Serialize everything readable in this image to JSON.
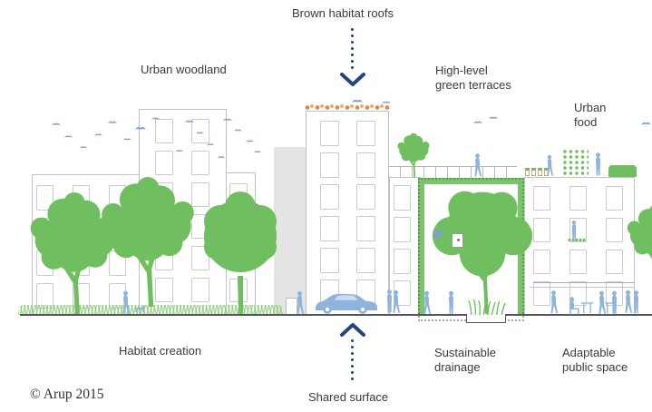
{
  "labels": {
    "brown_habitat_roofs": "Brown habitat roofs",
    "urban_woodland": "Urban woodland",
    "high_level_green_terraces": "High-level\ngreen terraces",
    "urban_food": "Urban\nfood",
    "habitat_creation": "Habitat creation",
    "sustainable_drainage": "Sustainable\ndrainage",
    "adaptable_public_space": "Adaptable\npublic space",
    "shared_surface": "Shared surface",
    "copyright": "© Arup 2015"
  },
  "colors": {
    "tree-green": "#6FBE5F",
    "grass-green": "#A9D89A",
    "vine-green": "#7CC46B",
    "figure-blue": "#8FB3DC",
    "bird-blue": "#7D9FD2",
    "arrow-navy": "#24457E",
    "massing-gray": "#E4E4E4",
    "outline-gray": "#C2C2C2",
    "window-gray": "#CBCBCB",
    "ground-gray": "#55565A",
    "text-gray": "#3A3A3A",
    "roof-brown": "#D98C52",
    "roof-brown-light": "#E8AC6C"
  },
  "scene": {
    "elements": [
      "urban-woodland-trees",
      "bird-flock",
      "apartment-buildings",
      "background-massing",
      "central-tower-brown-habitat-roof",
      "shared-surface-car",
      "pedestrians",
      "dog-walker",
      "high-level-terrace-railing",
      "terrace-tree",
      "green-vine-courtyard",
      "courtyard-tree",
      "birdhouse",
      "sunken-drainage-planting",
      "rooftop-urban-farm",
      "ground-floor-awning",
      "street-tree",
      "grass-verge"
    ]
  }
}
